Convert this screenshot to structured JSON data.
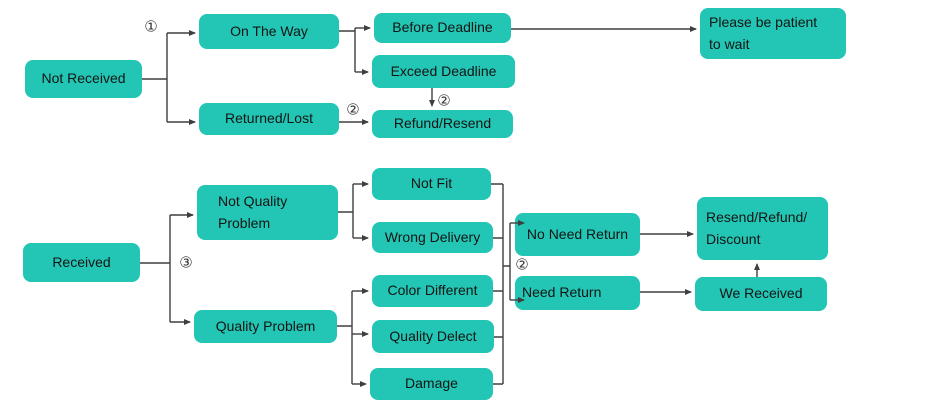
{
  "diagram": {
    "type": "flowchart",
    "colors": {
      "accent": "#23c6b4",
      "line": "#3f3f3f",
      "text": "#141414",
      "bg": "#ffffff"
    },
    "nodes": {
      "not_received": "Not Received",
      "on_the_way": "On The Way",
      "before_deadline": "Before Deadline",
      "exceed_deadline": "Exceed Deadline",
      "returned_lost": "Returned/Lost",
      "refund_resend": "Refund/Resend",
      "please_be_patient": [
        "Please be patient",
        "to wait"
      ],
      "received": "Received",
      "not_quality_problem": [
        "Not Quality",
        "Problem"
      ],
      "quality_problem": "Quality Problem",
      "not_fit": "Not Fit",
      "wrong_delivery": "Wrong Delivery",
      "color_different": "Color Different",
      "quality_delect": "Quality Delect",
      "damage": "Damage",
      "no_need_return": "No Need Return",
      "need_return": "Need Return",
      "resend_refund_discount": [
        "Resend/Refund/",
        "Discount"
      ],
      "we_received": "We Received"
    },
    "step_markers": {
      "one": "①",
      "two": "②",
      "three": "③"
    }
  }
}
